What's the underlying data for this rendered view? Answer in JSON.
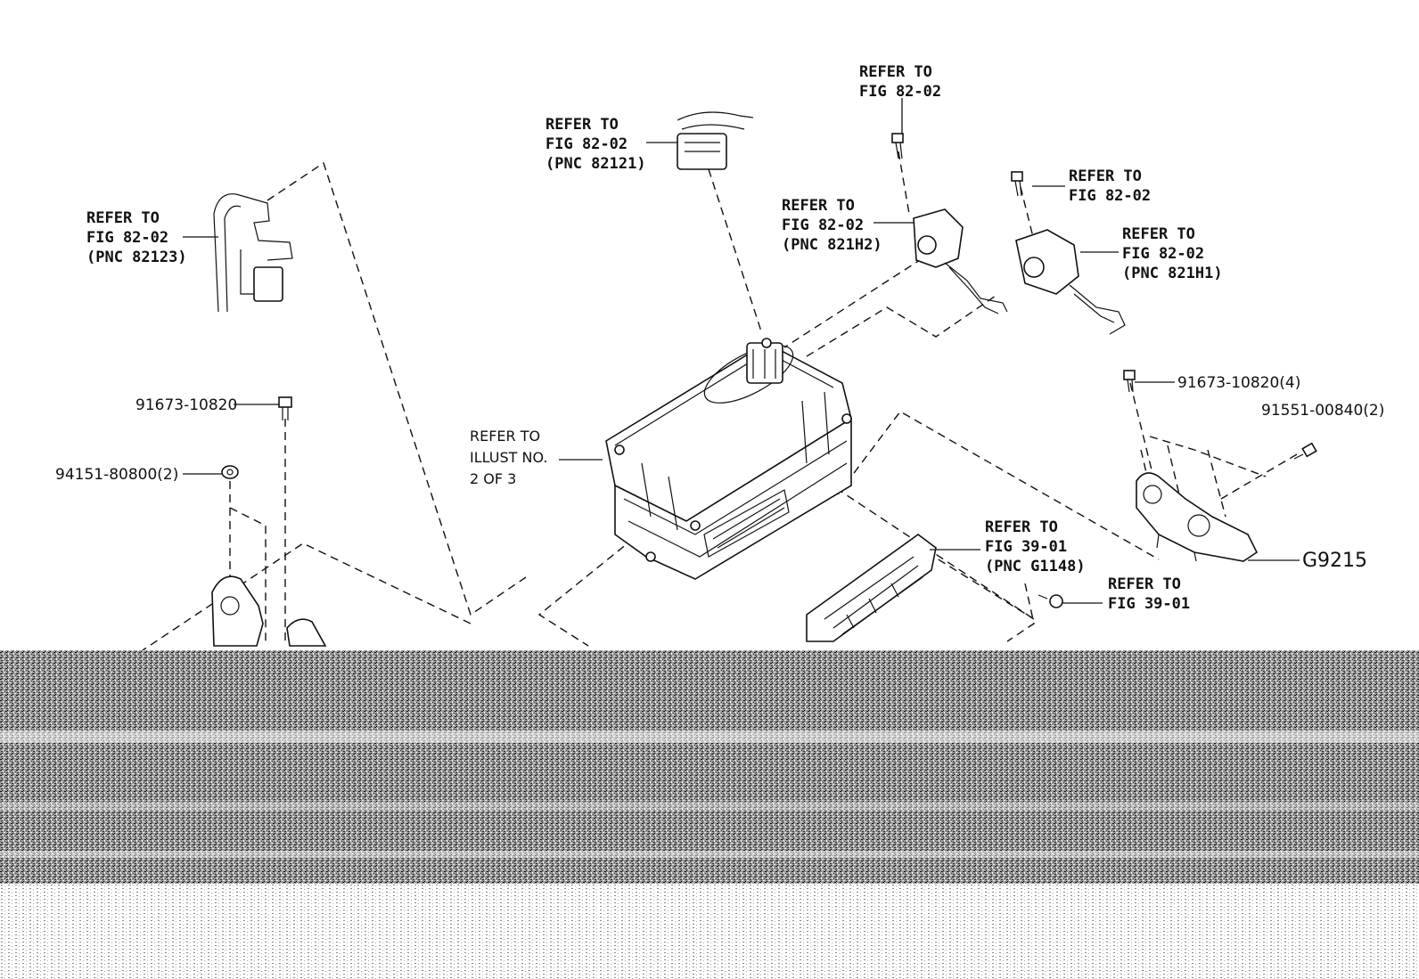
{
  "callouts": {
    "refer_82123": [
      "REFER TO",
      "FIG 82-02",
      "(PNC 82123)"
    ],
    "refer_82121": [
      "REFER TO",
      "FIG 82-02",
      "(PNC 82121)"
    ],
    "refer_top": [
      "REFER TO",
      "FIG 82-02"
    ],
    "refer_821H2": [
      "REFER TO",
      "FIG 82-02",
      "(PNC 821H2)"
    ],
    "refer_right_bolt": [
      "REFER TO",
      "FIG 82-02"
    ],
    "refer_821H1": [
      "REFER TO",
      "FIG 82-02",
      "(PNC 821H1)"
    ],
    "refer_illust": [
      "REFER TO",
      "ILLUST NO.",
      "2 OF 3"
    ],
    "refer_G1148": [
      "REFER TO",
      "FIG 39-01",
      "(PNC G1148)"
    ],
    "refer_39_01": [
      "REFER TO",
      "FIG 39-01"
    ]
  },
  "part_numbers": {
    "bolt_left": "91673-10820",
    "nut_left": "94151-80800(2)",
    "bolt_right": "91673-10820(4)",
    "bolt_far_right": "91551-00840(2)",
    "bracket_right": "G9215"
  }
}
